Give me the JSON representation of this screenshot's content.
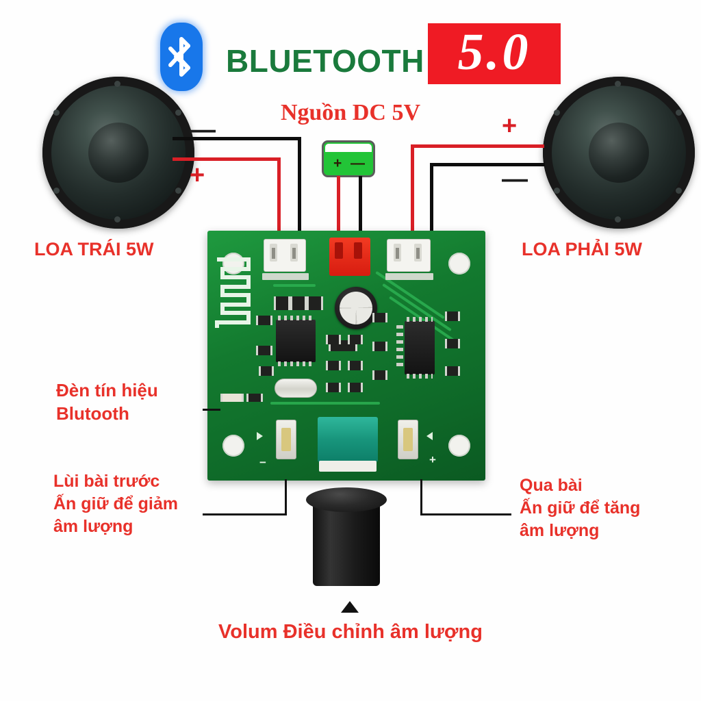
{
  "header": {
    "bluetooth_icon": "bluetooth-icon",
    "brand_text": "BLUETOOTH",
    "version_badge": "5.0",
    "power_title": "Nguồn DC 5V",
    "brand_color": "#1a7a3c",
    "badge_bg_color": "#ef1b24",
    "bt_logo_color": "#1877ea"
  },
  "power_source": {
    "plus_sign": "+",
    "minus_sign": "—",
    "body_color": "#22c437"
  },
  "speakers": {
    "left": {
      "label": "LOA TRÁI 5W",
      "minus_sign": "—",
      "plus_sign": "+"
    },
    "right": {
      "label": "LOA PHẢI 5W",
      "plus_sign": "+",
      "minus_sign": "—"
    }
  },
  "callouts": {
    "bluetooth_led": "Đèn tín hiệu\nBlutooth",
    "prev_button": "Lùi bài trước\nẤn giữ để giảm\nâm lượng",
    "next_button": "Qua bài\nẤn giữ để tăng\nâm lượng",
    "volume_knob": "Volum Điều chỉnh âm lượng"
  },
  "board": {
    "silk_minus": "−",
    "silk_plus": "+",
    "pcb_color": "#137a2f",
    "label_color": "#e8312a"
  }
}
